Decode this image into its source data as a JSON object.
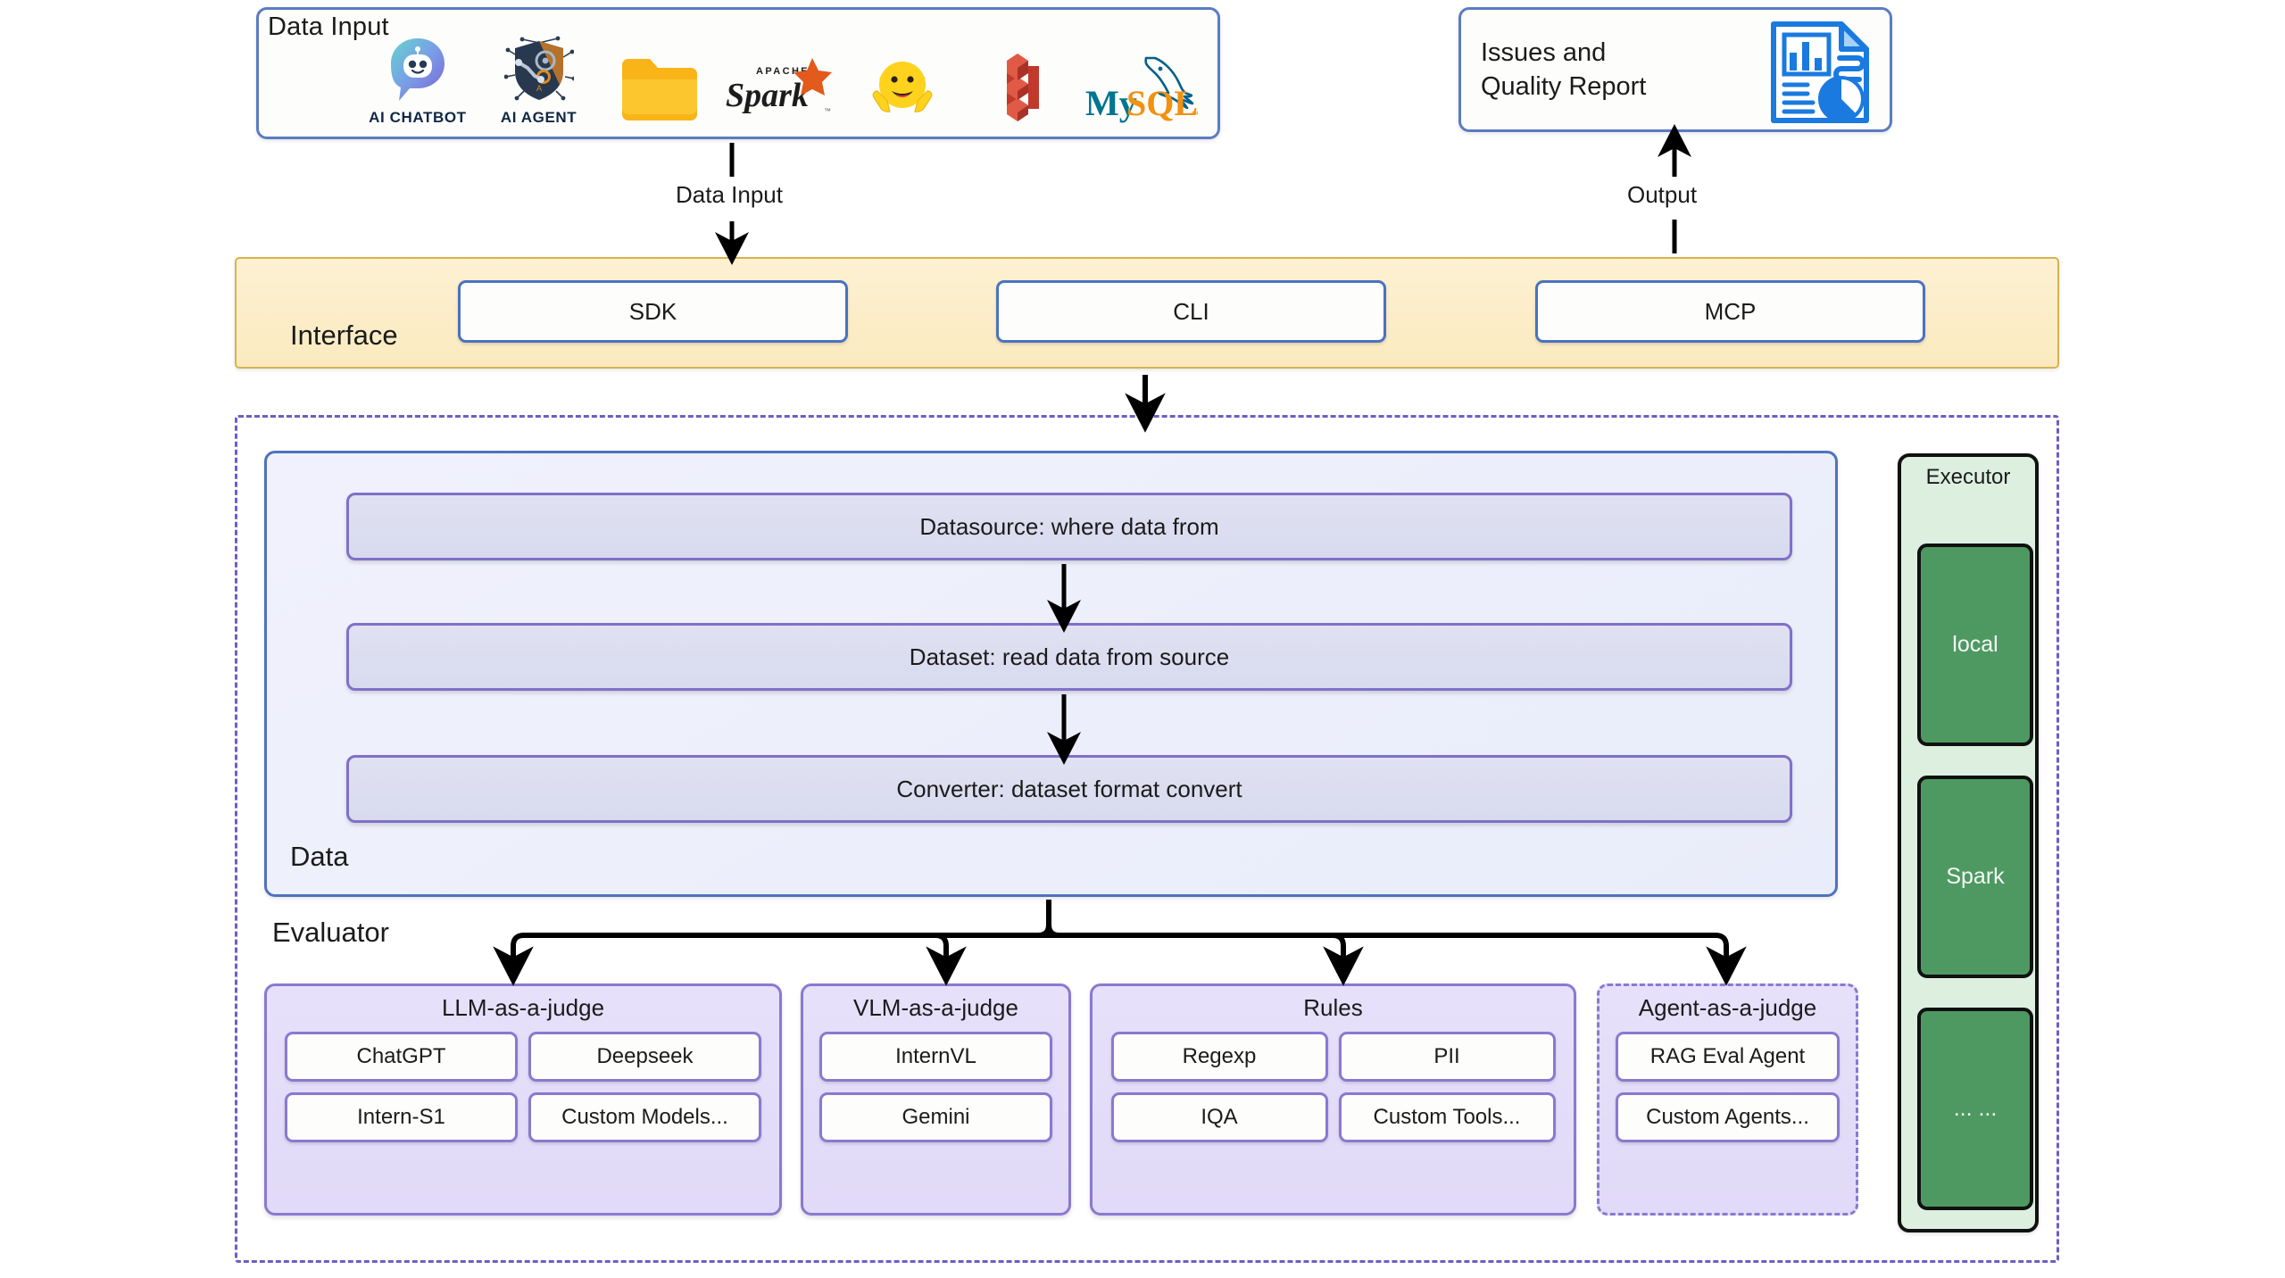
{
  "data_input": {
    "title": "Data Input",
    "icons": [
      {
        "name": "ai-chatbot-icon",
        "caption": "AI CHATBOT"
      },
      {
        "name": "ai-agent-icon",
        "caption": "AI AGENT"
      },
      {
        "name": "folder-icon",
        "caption": ""
      },
      {
        "name": "apache-spark-logo",
        "caption": ""
      },
      {
        "name": "hugging-face-icon",
        "caption": ""
      },
      {
        "name": "amazon-redshift-logo",
        "caption": ""
      },
      {
        "name": "mysql-logo",
        "caption": ""
      }
    ]
  },
  "report": {
    "label": "Issues and\nQuality Report",
    "icon": "report-chart-document-icon"
  },
  "connectors": {
    "data_input": "Data Input",
    "output": "Output"
  },
  "interface": {
    "label": "Interface",
    "buttons": [
      {
        "label": "SDK"
      },
      {
        "label": "CLI"
      },
      {
        "label": "MCP"
      }
    ]
  },
  "data_panel": {
    "label": "Data",
    "rows": [
      {
        "label": "Datasource: where data from"
      },
      {
        "label": "Dataset: read data from source"
      },
      {
        "label": "Converter: dataset format convert"
      }
    ]
  },
  "evaluator": {
    "label": "Evaluator",
    "groups": [
      {
        "title": "LLM-as-a-judge",
        "dashed": false,
        "items": [
          "ChatGPT",
          "Deepseek",
          "Intern-S1",
          "Custom Models..."
        ]
      },
      {
        "title": "VLM-as-a-judge",
        "dashed": false,
        "items": [
          "InternVL",
          "Gemini"
        ]
      },
      {
        "title": "Rules",
        "dashed": false,
        "items": [
          "Regexp",
          "PII",
          "IQA",
          "Custom Tools..."
        ]
      },
      {
        "title": "Agent-as-a-judge",
        "dashed": true,
        "items": [
          "RAG Eval Agent",
          "Custom Agents..."
        ]
      }
    ]
  },
  "executor": {
    "label": "Executor",
    "items": [
      "local",
      "Spark",
      "... ..."
    ]
  },
  "colors": {
    "input_border": "#5b7cc4",
    "interface_bg": "#fbeac0",
    "interface_border": "#d9b24f",
    "data_panel_border": "#4f72bd",
    "data_row_border": "#8070c8",
    "evaluator_border": "#8a79d0",
    "evaluator_bg": "#e3ddf9",
    "executor_bg": "#ddf0e0",
    "executor_item_bg": "#4e9962",
    "dashed_container": "#6b5fc4",
    "arrow": "#000000"
  }
}
